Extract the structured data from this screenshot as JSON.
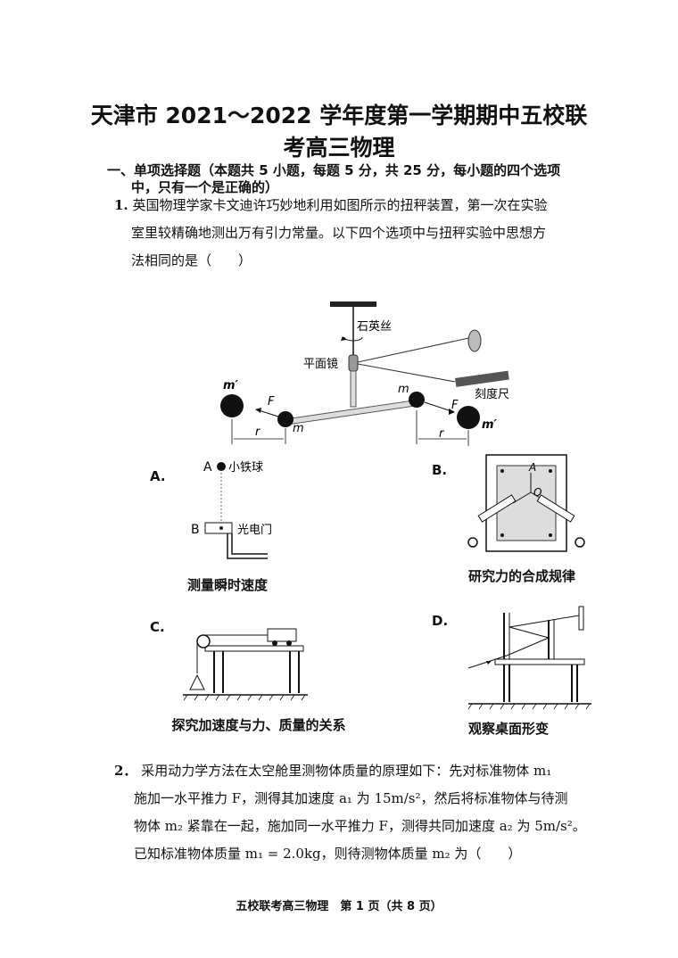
{
  "doc": {
    "title_line1": "天津市 2021～2022 学年度第一学期期中五校联",
    "title_line2": "考高三物理",
    "section_line1": "一、单项选择题（本题共 5 小题，每题 5 分，共 25 分，每小题的四个选项",
    "section_line2": "中，只有一个是正确的）"
  },
  "q1": {
    "num": "1.",
    "line1": "英国物理学家卡文迪许巧妙地利用如图所示的扭秤装置，第一次在实验",
    "line2": "室里较精确地测出万有引力常量。以下四个选项中与扭秤实验中思想方",
    "line3": "法相同的是（　　）",
    "figure": {
      "quartz_label": "石英丝",
      "mirror_label": "平面镜",
      "scale_label": "刻度尺",
      "m_prime": "m′",
      "m": "m",
      "F": "F",
      "r": "r"
    },
    "options": {
      "A": {
        "letter": "A.",
        "caption": "测量瞬时速度",
        "ball_label": "小铁球",
        "gate_label": "光电门",
        "point_A": "A",
        "point_B": "B"
      },
      "B": {
        "letter": "B.",
        "caption": "研究力的合成规律",
        "point_A": "A",
        "point_O": "O"
      },
      "C": {
        "letter": "C.",
        "caption": "探究加速度与力、质量的关系"
      },
      "D": {
        "letter": "D.",
        "caption": "观察桌面形变"
      }
    }
  },
  "q2": {
    "num": "2．",
    "line1": "采用动力学方法在太空舱里测物体质量的原理如下：先对标准物体 m₁",
    "line2": "施加一水平推力 F，测得其加速度 a₁ 为 15m/s²，然后将标准物体与待测",
    "line3": "物体 m₂ 紧靠在一起，施加同一水平推力 F，测得共同加速度 a₂ 为 5m/s²。",
    "line4": "已知标准物体质量 m₁ = 2.0kg，则待测物体质量 m₂ 为（　　）"
  },
  "footer": {
    "text": "五校联考高三物理　第 1 页（共 8 页）"
  }
}
